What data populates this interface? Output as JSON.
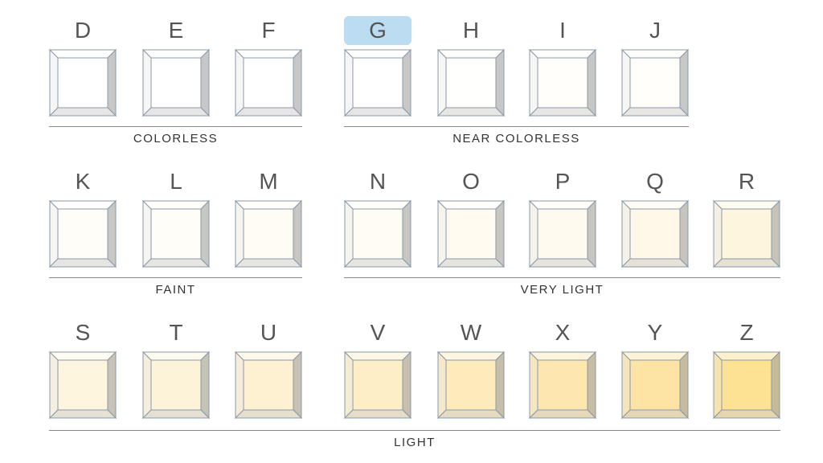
{
  "rows": [
    {
      "groups": [
        {
          "label": "COLORLESS",
          "grades": [
            {
              "letter": "D",
              "color": "#ffffff",
              "highlighted": false
            },
            {
              "letter": "E",
              "color": "#ffffff",
              "highlighted": false
            },
            {
              "letter": "F",
              "color": "#ffffff",
              "highlighted": false
            }
          ]
        },
        {
          "label": "NEAR COLORLESS",
          "grades": [
            {
              "letter": "G",
              "color": "#ffffff",
              "highlighted": true
            },
            {
              "letter": "H",
              "color": "#fffffd",
              "highlighted": false
            },
            {
              "letter": "I",
              "color": "#fffefb",
              "highlighted": false
            },
            {
              "letter": "J",
              "color": "#fffefa",
              "highlighted": false
            }
          ]
        }
      ]
    },
    {
      "groups": [
        {
          "label": "FAINT",
          "grades": [
            {
              "letter": "K",
              "color": "#fffdf8",
              "highlighted": false
            },
            {
              "letter": "L",
              "color": "#fffdf7",
              "highlighted": false
            },
            {
              "letter": "M",
              "color": "#fffcf5",
              "highlighted": false
            }
          ]
        },
        {
          "label": "VERY LIGHT",
          "grades": [
            {
              "letter": "N",
              "color": "#fffcf4",
              "highlighted": false
            },
            {
              "letter": "O",
              "color": "#fffbf1",
              "highlighted": false
            },
            {
              "letter": "P",
              "color": "#fffaef",
              "highlighted": false
            },
            {
              "letter": "Q",
              "color": "#fff8e9",
              "highlighted": false
            },
            {
              "letter": "R",
              "color": "#fdf5de",
              "highlighted": false
            }
          ]
        }
      ]
    },
    {
      "groups": [
        {
          "label": "LIGHT",
          "grades": [
            {
              "letter": "S",
              "color": "#fdf5de",
              "highlighted": false
            },
            {
              "letter": "T",
              "color": "#fdf3d8",
              "highlighted": false
            },
            {
              "letter": "U",
              "color": "#fdf1d2",
              "highlighted": false
            },
            {
              "letter": "V",
              "color": "#fdeec7",
              "highlighted": false
            },
            {
              "letter": "W",
              "color": "#fdebbc",
              "highlighted": false
            },
            {
              "letter": "X",
              "color": "#fde7af",
              "highlighted": false
            },
            {
              "letter": "Y",
              "color": "#fde4a4",
              "highlighted": false
            },
            {
              "letter": "Z",
              "color": "#fde293",
              "highlighted": false
            }
          ]
        }
      ]
    }
  ]
}
